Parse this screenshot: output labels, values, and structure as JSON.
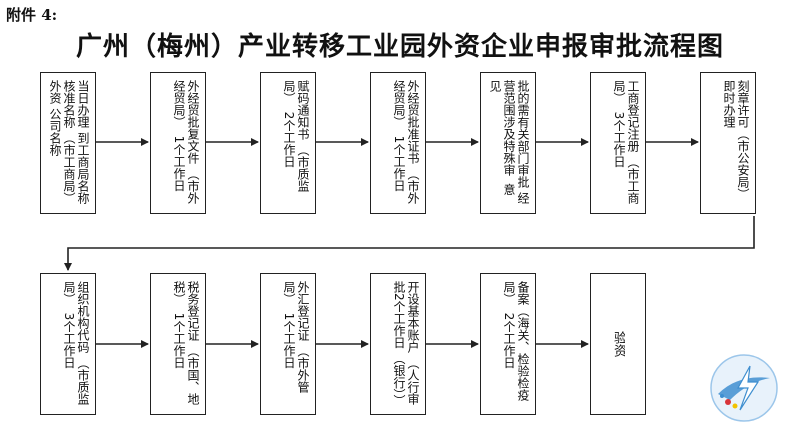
{
  "annex_label": "附件 4:",
  "title": "广州（梅州）产业转移工业园外资企业申报审批流程图",
  "row1": [
    {
      "text": "当日办理 到工商局名称 核准名称 （市工商局）外资 公司名称"
    },
    {
      "text": "外经贸批复文件 （市外经贸局）  1个工作日"
    },
    {
      "text": "赋码通知书 （市质监局）  2个工作日"
    },
    {
      "text": "外经贸批准证书 （市外经贸局）  1个工作日"
    },
    {
      "text": "批的需有关部门审批 经营范围涉及特殊审  意见"
    },
    {
      "text": "工商登记注册 （市工商局）  3个工作日"
    },
    {
      "text": "刻章许可（市公安局） 即时办理"
    }
  ],
  "row2": [
    {
      "text": "组织机构代码 （市质监局）  3个工作日"
    },
    {
      "text": "税务登记证 （市国、地税）  1个工作日"
    },
    {
      "text": "外汇登记证 （市外管局）  1个工作日"
    },
    {
      "text": "开设基本账户 （人行审批2个工作日 （银行））"
    },
    {
      "text": "备案（海关、检验检疫局）  2个工作日"
    },
    {
      "text": "验资"
    }
  ],
  "colors": {
    "line": "#222222",
    "logo_blue": "#3f8fd0",
    "logo_yellow": "#f2c200",
    "logo_red": "#d8343a"
  }
}
